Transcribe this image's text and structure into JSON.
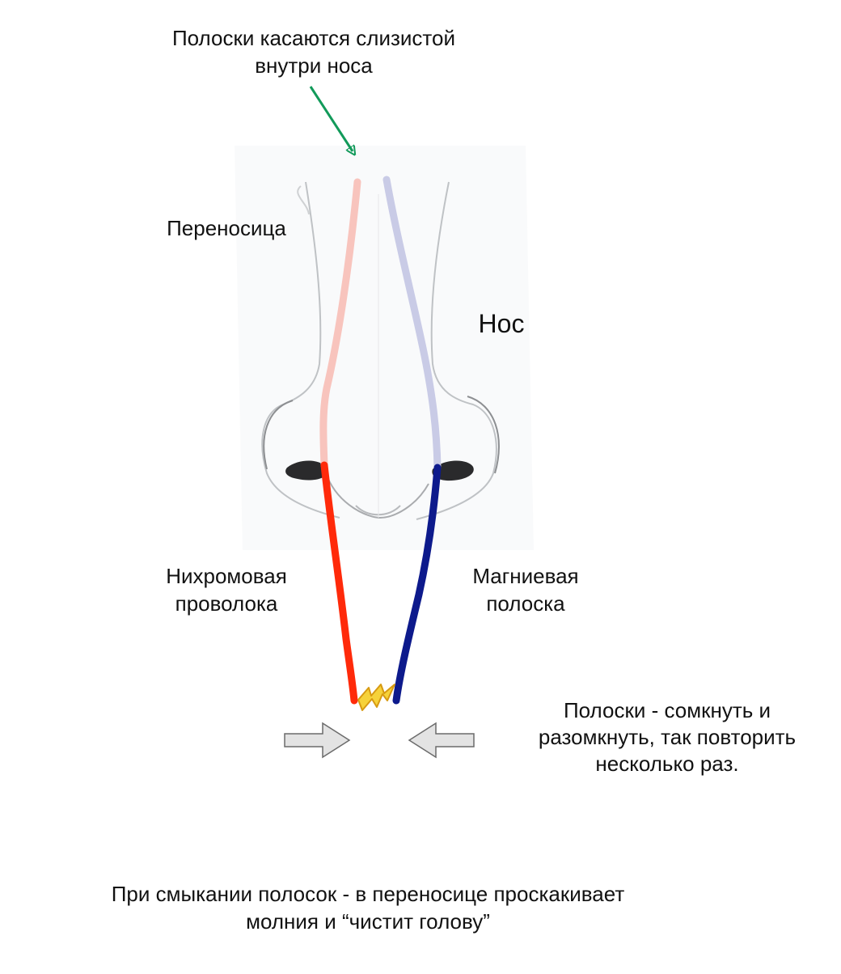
{
  "colors": {
    "nichrome_wire": "#ff2a0a",
    "magnesium_strip": "#0d1a8c",
    "nichrome_inside": "#f8c4bd",
    "magnesium_inside": "#c9cbe6",
    "pointer_arrow": "#129a5a",
    "spark": "#f6d23a",
    "press_arrows": "#e3e3e3"
  },
  "icons": {
    "pointer": "green-arrow-icon",
    "spark": "lightning-spark-icon",
    "left_press": "right-arrow-icon",
    "right_press": "left-arrow-icon"
  },
  "labels": {
    "top_note": [
      "Полоски касаются слизистой",
      "внутри носа"
    ],
    "bridge": "Переносица",
    "nose": "Нос",
    "nichrome": [
      "Нихромовая",
      "проволока"
    ],
    "magnesium": [
      "Магниевая",
      "полоска"
    ],
    "instruction": [
      "Полоски - сомкнуть и",
      "разомкнуть, так повторить",
      "несколько раз."
    ],
    "bottom_note": [
      "При смыкании полосок - в переносице проскакивает",
      "молния и “чистит голову”"
    ]
  }
}
